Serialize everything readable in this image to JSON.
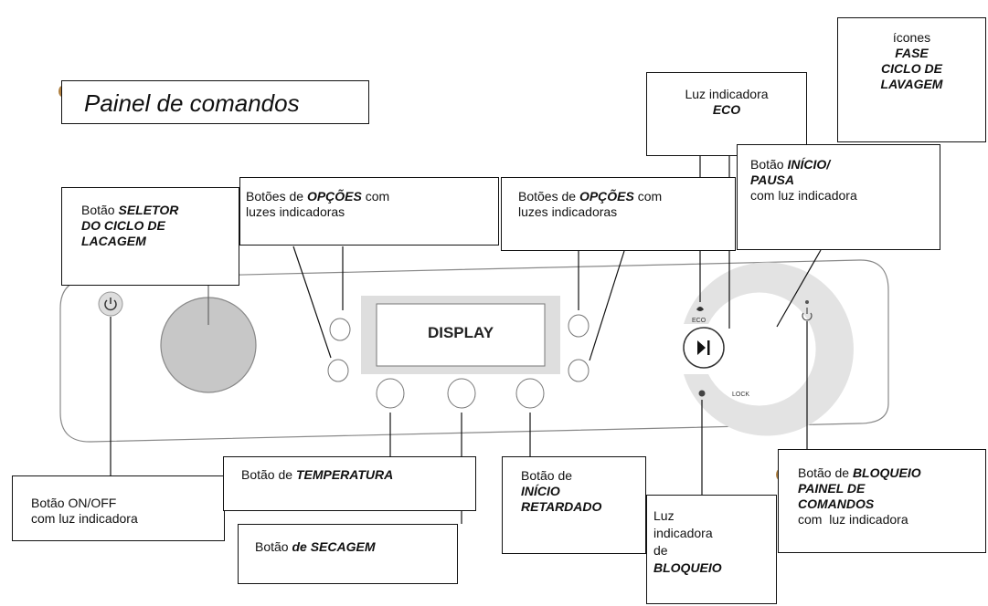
{
  "title": "Painel de comandos",
  "display_label": "DISPLAY",
  "icon_labels": {
    "eco": "ECO",
    "lock": "LOCK"
  },
  "callouts": {
    "selector": {
      "pre": "Botão ",
      "b1": "SELETOR",
      "b2": "DO CICLO DE",
      "b3": "LACAGEM"
    },
    "options_left": {
      "pre": "Botões de ",
      "b": "OPÇÕES",
      "post": " com",
      "line2": "luzes indicadoras"
    },
    "options_right": {
      "pre": "Botões de ",
      "b": "OPÇÕES",
      "post": " com",
      "line2": "luzes indicadoras"
    },
    "eco": {
      "line1": "Luz indicadora",
      "b": "ECO"
    },
    "phase": {
      "line1": "ícones",
      "b1": "FASE",
      "b2": "CICLO DE",
      "b3": "LAVAGEM"
    },
    "start": {
      "pre": "Botão ",
      "b1": "INÍCIO/",
      "b2": "PAUSA",
      "line3": "com luz indicadora"
    },
    "onoff": {
      "line1": "Botão ON/OFF",
      "line2": "com luz indicadora"
    },
    "temperature": {
      "pre": "Botão de ",
      "b": "TEMPERATURA"
    },
    "drying": {
      "pre": "Botão ",
      "b": "de SECAGEM"
    },
    "delay": {
      "line1": "Botão de",
      "b1": "INÍCIO",
      "b2": "RETARDADO"
    },
    "lock_light": {
      "line1": "Luz",
      "line2": "indicadora",
      "line3": "de",
      "b": "BLOQUEIO"
    },
    "lock_panel": {
      "pre": "Botão de ",
      "b1": "BLOQUEIO",
      "b2": "PAINEL DE",
      "b3": "COMANDOS",
      "line4": "com  luz indicadora"
    }
  }
}
